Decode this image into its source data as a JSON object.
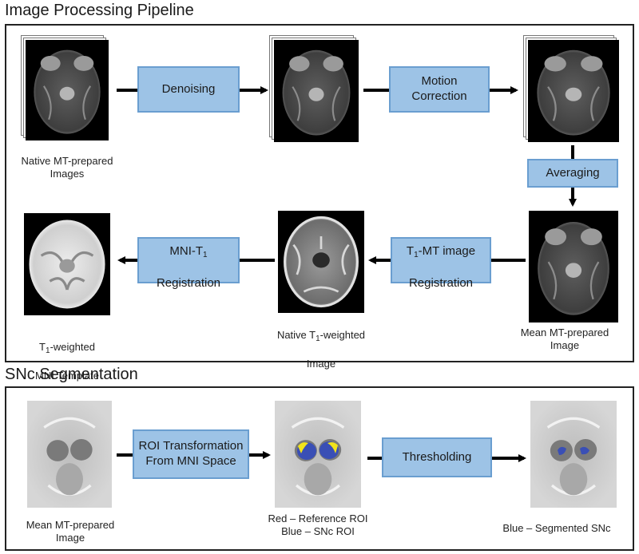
{
  "pipeline": {
    "title": "Image Processing Pipeline",
    "steps": {
      "denoising": "Denoising",
      "motion": "Motion\nCorrection",
      "averaging": "Averaging",
      "t1mt_pre": "T",
      "t1mt_sub": "1",
      "t1mt_post": "-MT image",
      "t1mt_line2": "Registration",
      "mni_pre": "MNI-T",
      "mni_sub": "1",
      "mni_line2": "Registration"
    },
    "captions": {
      "native_mt": "Native MT-prepared\nImages",
      "mean_mt": "Mean MT-prepared\nImage",
      "native_t1_pre": "Native T",
      "native_t1_sub": "1",
      "native_t1_post": "-weighted",
      "native_t1_line2": "Image",
      "template_pre": "T",
      "template_sub": "1",
      "template_post": "-weighted",
      "template_line2": "MNI Template"
    }
  },
  "segmentation": {
    "title": "SNc Segmentation",
    "steps": {
      "roi_transform": "ROI Transformation\nFrom MNI Space",
      "thresholding": "Thresholding"
    },
    "captions": {
      "mean_mt": "Mean MT-prepared\nImage",
      "roi": "Red – Reference ROI\nBlue – SNc ROI",
      "segmented": "Blue – Segmented SNc"
    }
  },
  "colors": {
    "box_fill": "#9dc3e6",
    "box_border": "#6a9ed0",
    "arrow": "#000000",
    "snc_blue": "#3a4fb5",
    "reference_yellow": "#f2e31a"
  }
}
